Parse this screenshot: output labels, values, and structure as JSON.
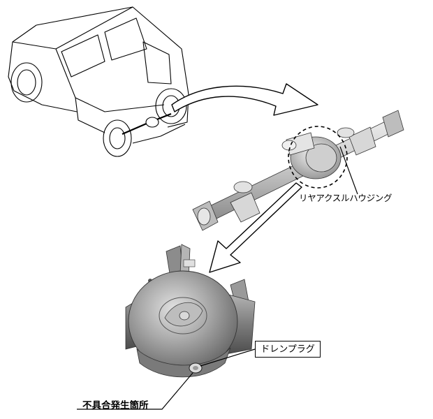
{
  "labels": {
    "rear_axle_housing": "リヤアクスルハウジング",
    "drain_plug": "ドレンプラグ",
    "defect_location": "不具合発生箇所"
  },
  "colors": {
    "line": "#000000",
    "casting_dark": "#6b6b6b",
    "casting_mid": "#9a9a9a",
    "casting_light": "#c9c9c9",
    "background": "#ffffff"
  }
}
